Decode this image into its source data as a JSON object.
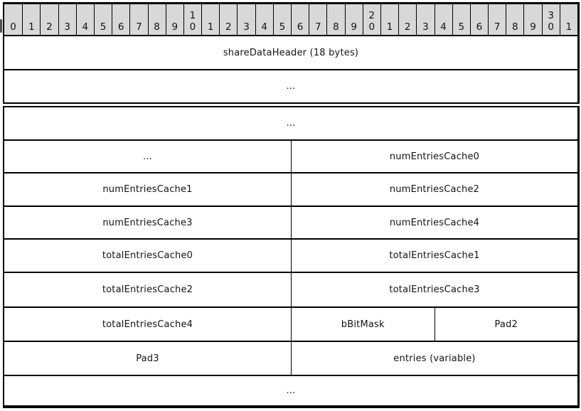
{
  "colors": {
    "header_bg": "#d8d8d8",
    "border": "#000000",
    "text": "#121316",
    "page_bg": "#ffffff",
    "scroll_tab": "#4d4d4f"
  },
  "ruler": {
    "cols": [
      "0",
      "1",
      "2",
      "3",
      "4",
      "5",
      "6",
      "7",
      "8",
      "9",
      "1\n0",
      "1",
      "2",
      "3",
      "4",
      "5",
      "6",
      "7",
      "8",
      "9",
      "2\n0",
      "1",
      "2",
      "3",
      "4",
      "5",
      "6",
      "7",
      "8",
      "9",
      "3\n0",
      "1"
    ]
  },
  "fields": {
    "shareDataHeader": "shareDataHeader (18 bytes)",
    "ellipsis1": "...",
    "ellipsis2": "...",
    "ellipsis3": "...",
    "numEntriesCache0": "numEntriesCache0",
    "numEntriesCache1": "numEntriesCache1",
    "numEntriesCache2": "numEntriesCache2",
    "numEntriesCache3": "numEntriesCache3",
    "numEntriesCache4": "numEntriesCache4",
    "totalEntriesCache0": "totalEntriesCache0",
    "totalEntriesCache1": "totalEntriesCache1",
    "totalEntriesCache2": "totalEntriesCache2",
    "totalEntriesCache3": "totalEntriesCache3",
    "totalEntriesCache4": "totalEntriesCache4",
    "bBitMask": "bBitMask",
    "Pad2": "Pad2",
    "Pad3": "Pad3",
    "entries": "entries (variable)",
    "ellipsis4": "..."
  }
}
